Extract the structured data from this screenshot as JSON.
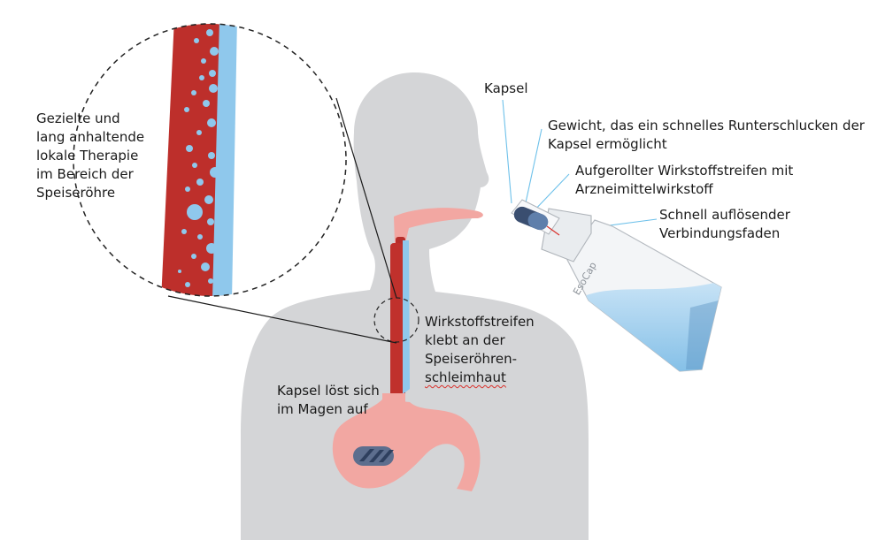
{
  "labels": {
    "zoom_callout": [
      "Gezielte und",
      "lang anhaltende",
      "lokale Therapie",
      "im Bereich der",
      "Speiseröhre"
    ],
    "capsule": "Kapsel",
    "weight": [
      "Gewicht, das ein schnelles Runterschlucken der",
      "Kapsel ermöglicht"
    ],
    "strip": [
      "Aufgerollter Wirkstoffstreifen mit",
      "Arzneimittelwirkstoff"
    ],
    "thread": [
      "Schnell auflösender",
      "Verbindungsfaden"
    ],
    "mucosa": [
      "Wirkstoffstreifen",
      "klebt an der",
      "Speiseröhren-",
      "schleimhaut"
    ],
    "stomach": [
      "Kapsel löst sich",
      "im Magen auf"
    ]
  },
  "device_brand": "EsoCap",
  "icons": {
    "body": "human-silhouette-icon",
    "zoom": "magnifier-circle-icon",
    "device": "capsule-applicator-icon",
    "capsule": "capsule-icon"
  },
  "colors": {
    "silhouette": "#d4d5d7",
    "esophagus_red": "#c0312c",
    "strip_blue": "#8fc8ec",
    "drug_dots": "#8fc8ec",
    "stomach_pink": "#f2a7a2",
    "mouth_pink": "#f2a7a2",
    "leader_line": "#6ec1ea",
    "capsule_navy": "#3a4e70",
    "liquid": "#a9d4f0"
  }
}
